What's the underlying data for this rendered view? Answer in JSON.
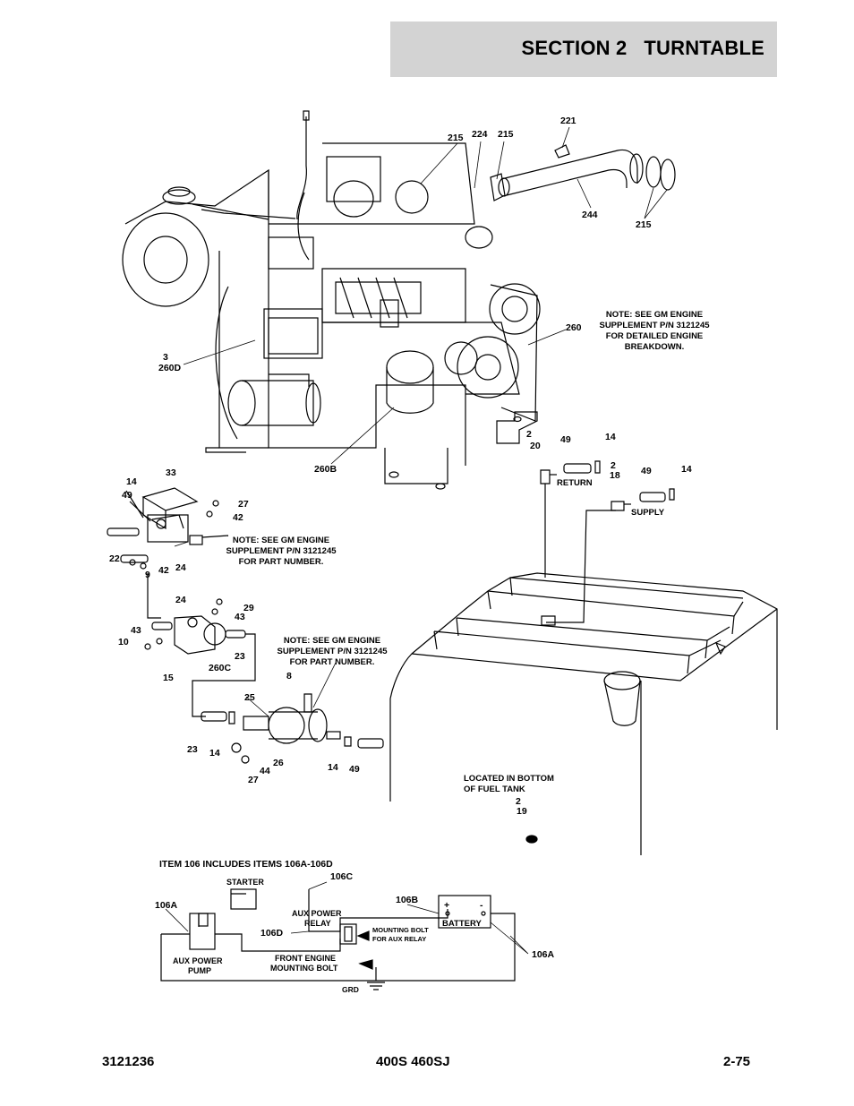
{
  "header": {
    "title": "SECTION 2   TURNTABLE"
  },
  "callouts": {
    "c221": "221",
    "c215a": "215",
    "c224": "224",
    "c215b": "215",
    "c244": "244",
    "c215c": "215",
    "c260": "260",
    "c3": "3",
    "c260d": "260D",
    "c260b": "260B",
    "c2a": "2",
    "c20": "20",
    "c49a": "49",
    "c14a": "14",
    "c2b": "2",
    "c18": "18",
    "c49b": "49",
    "c14b": "14",
    "return": "RETURN",
    "supply": "SUPPLY",
    "c14c": "14",
    "c33": "33",
    "c49c": "49",
    "c27a": "27",
    "c42a": "42",
    "c22": "22",
    "c42b": "42",
    "c24a": "24",
    "c9": "9",
    "c24b": "24",
    "c29": "29",
    "c43a": "43",
    "c43b": "43",
    "c10": "10",
    "c23a": "23",
    "c260c": "260C",
    "c15": "15",
    "c8": "8",
    "c25": "25",
    "c23b": "23",
    "c14d": "14",
    "c26": "26",
    "c44": "44",
    "c27b": "27",
    "c14e": "14",
    "c49d": "49",
    "c2c": "2",
    "c19": "19"
  },
  "notes": {
    "engine": [
      "NOTE:  SEE GM ENGINE",
      "SUPPLEMENT P/N 3121245",
      "FOR DETAILED ENGINE",
      "BREAKDOWN."
    ],
    "part1": [
      "NOTE:  SEE GM ENGINE",
      "SUPPLEMENT P/N 3121245",
      "FOR PART NUMBER."
    ],
    "part2": [
      "NOTE:  SEE GM ENGINE",
      "SUPPLEMENT P/N 3121245",
      "FOR PART NUMBER."
    ],
    "tank": [
      "LOCATED IN BOTTOM",
      "OF FUEL TANK"
    ]
  },
  "wiring": {
    "title": "ITEM 106 INCLUDES ITEMS 106A-106D",
    "c106c": "106C",
    "c106a1": "106A",
    "c106b": "106B",
    "c106d": "106D",
    "c106a2": "106A",
    "starter": "STARTER",
    "aux_relay": [
      "AUX POWER",
      "RELAY"
    ],
    "battery": "BATTERY",
    "mount_bolt": [
      "MOUNTING BOLT",
      "FOR AUX RELAY"
    ],
    "aux_pump": [
      "AUX POWER",
      "PUMP"
    ],
    "front_bolt": [
      "FRONT ENGINE",
      "MOUNTING BOLT"
    ],
    "grd": "GRD",
    "plus": "+",
    "minus": "-"
  },
  "footer": {
    "doc_number": "3121236",
    "model": "400S 460SJ",
    "page": "2-75"
  }
}
